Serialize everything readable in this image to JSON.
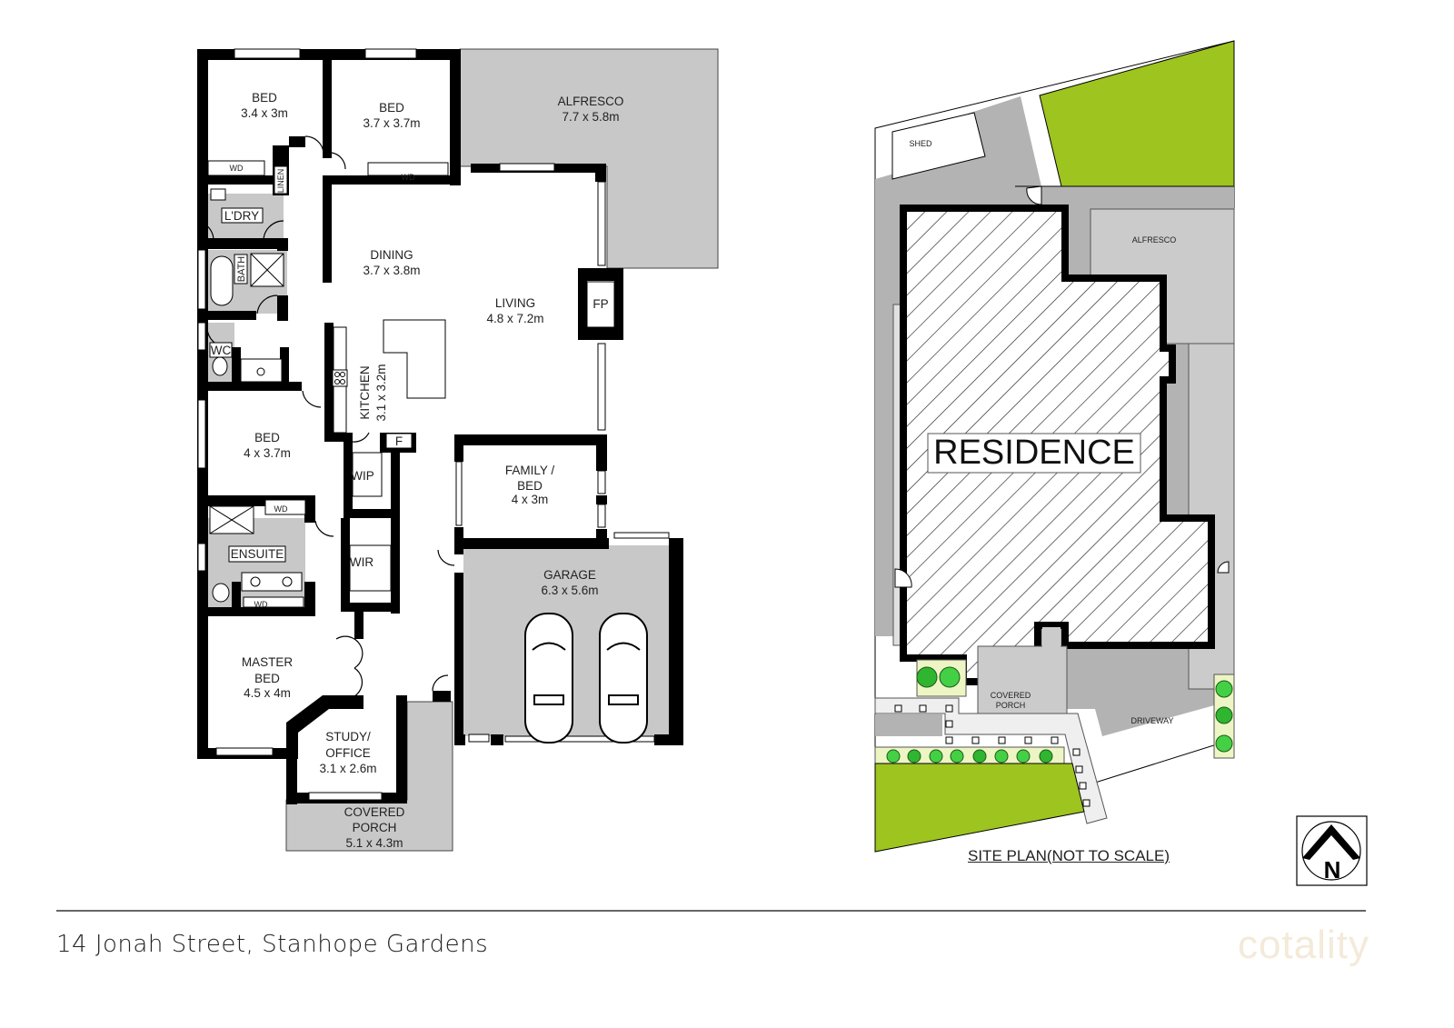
{
  "floor_plan": {
    "rooms": [
      {
        "id": "bed1",
        "name": "BED",
        "size": "3.4 x 3m"
      },
      {
        "id": "bed2",
        "name": "BED",
        "size": "3.7 x 3.7m"
      },
      {
        "id": "alfresco",
        "name": "ALFRESCO",
        "size": "7.7 x 5.8m"
      },
      {
        "id": "dining",
        "name": "DINING",
        "size": "3.7 x 3.8m"
      },
      {
        "id": "living",
        "name": "LIVING",
        "size": "4.8 x 7.2m"
      },
      {
        "id": "kitchen",
        "name": "KITCHEN",
        "size": "3.1 x 3.2m"
      },
      {
        "id": "bed3",
        "name": "BED",
        "size": "4 x 3.7m"
      },
      {
        "id": "family",
        "name_line1": "FAMILY /",
        "name_line2": "BED",
        "size": "4 x 3m"
      },
      {
        "id": "garage",
        "name": "GARAGE",
        "size": "6.3 x 5.6m"
      },
      {
        "id": "master",
        "name_line1": "MASTER",
        "name_line2": "BED",
        "size": "4.5 x 4m"
      },
      {
        "id": "study",
        "name_line1": "STUDY/",
        "name_line2": "OFFICE",
        "size": "3.1 x 2.6m"
      },
      {
        "id": "porch",
        "name_line1": "COVERED",
        "name_line2": "PORCH",
        "size": "5.1 x 4.3m"
      }
    ],
    "fixtures": {
      "wd": "WD",
      "linen": "LINEN",
      "laundry": "L'DRY",
      "bath": "BATH",
      "wc": "WC",
      "ensuite": "ENSUITE",
      "wip": "WIP",
      "wir": "WIR",
      "fridge": "F",
      "fireplace": "FP"
    }
  },
  "site_plan": {
    "shed": "SHED",
    "alfresco": "ALFRESCO",
    "residence": "RESIDENCE",
    "covered_porch_line1": "COVERED",
    "covered_porch_line2": "PORCH",
    "driveway": "DRIVEWAY",
    "caption": "SITE PLAN(NOT TO SCALE)",
    "north_label": "N"
  },
  "footer": {
    "address": "14 Jonah Street, Stanhope Gardens",
    "brand": "cotality"
  },
  "colors": {
    "wall": "#000000",
    "outdoor_grey": "#c8c8c8",
    "path_grey": "#b3b3b3",
    "lawn": "#9dc41f",
    "garden_bed": "#eef5c4",
    "paving": "#e8e8e8",
    "watermark": "#f3ead9"
  }
}
